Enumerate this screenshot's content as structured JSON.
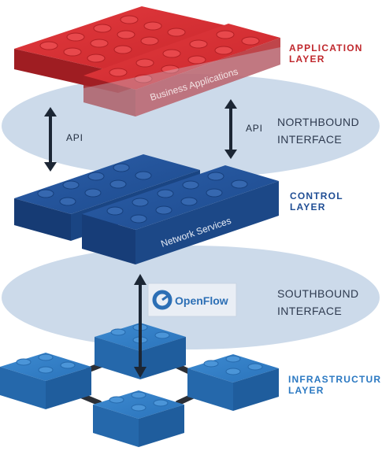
{
  "layers": {
    "application": {
      "title_line1": "APPLICATION",
      "title_line2": "LAYER",
      "color": "#c0282d",
      "block_label": "Business Applications"
    },
    "control": {
      "title_line1": "CONTROL",
      "title_line2": "LAYER",
      "color": "#1f4d94",
      "block_label": "Network Services"
    },
    "infrastructure": {
      "title_line1": "INFRASTRUCTURE",
      "title_line2": "LAYER",
      "color": "#2a78c2"
    }
  },
  "interfaces": {
    "northbound": {
      "line1": "NORTHBOUND",
      "line2": "INTERFACE",
      "api_left": "API",
      "api_right": "API"
    },
    "southbound": {
      "line1": "SOUTHBOUND",
      "line2": "INTERFACE",
      "protocol_logo": "OpenFlow"
    }
  },
  "colors": {
    "ellipse": "#c7d6e8",
    "arrow": "#1c2634",
    "app_title": "#c0282d",
    "control_title": "#1f4d94",
    "infra_title": "#2a78c2"
  }
}
